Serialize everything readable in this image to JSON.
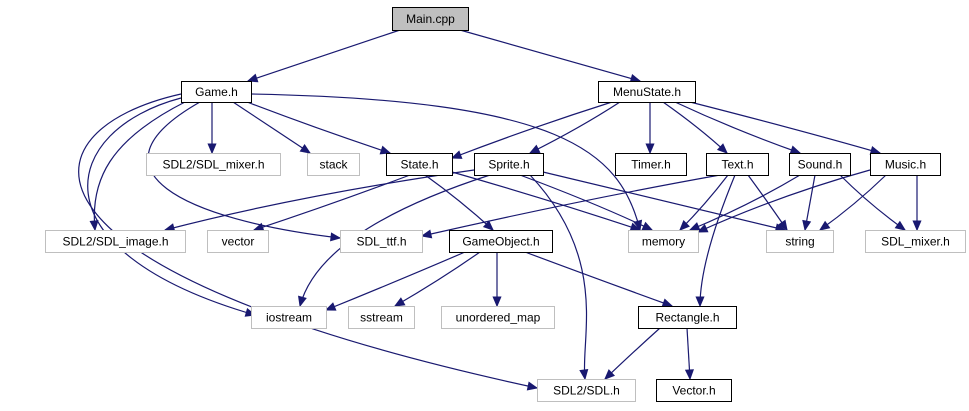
{
  "graph": {
    "colors": {
      "edge": "#191970",
      "root_fill": "#bfbfbf",
      "local_border": "#000000",
      "system_border": "#bfbfbf"
    },
    "nodes": [
      {
        "id": "main_cpp",
        "label": "Main.cpp",
        "kind": "root"
      },
      {
        "id": "game_h",
        "label": "Game.h",
        "kind": "local"
      },
      {
        "id": "menustate_h",
        "label": "MenuState.h",
        "kind": "local"
      },
      {
        "id": "sdl2_mixer_h",
        "label": "SDL2/SDL_mixer.h",
        "kind": "system"
      },
      {
        "id": "stack",
        "label": "stack",
        "kind": "system"
      },
      {
        "id": "state_h",
        "label": "State.h",
        "kind": "local"
      },
      {
        "id": "sprite_h",
        "label": "Sprite.h",
        "kind": "local"
      },
      {
        "id": "timer_h",
        "label": "Timer.h",
        "kind": "local"
      },
      {
        "id": "text_h",
        "label": "Text.h",
        "kind": "local"
      },
      {
        "id": "sound_h",
        "label": "Sound.h",
        "kind": "local"
      },
      {
        "id": "music_h",
        "label": "Music.h",
        "kind": "local"
      },
      {
        "id": "sdl2_image_h",
        "label": "SDL2/SDL_image.h",
        "kind": "system"
      },
      {
        "id": "vector",
        "label": "vector",
        "kind": "system"
      },
      {
        "id": "sdl_ttf_h",
        "label": "SDL_ttf.h",
        "kind": "system"
      },
      {
        "id": "gameobject_h",
        "label": "GameObject.h",
        "kind": "local"
      },
      {
        "id": "memory",
        "label": "memory",
        "kind": "system"
      },
      {
        "id": "string",
        "label": "string",
        "kind": "system"
      },
      {
        "id": "sdl_mixer_h",
        "label": "SDL_mixer.h",
        "kind": "system"
      },
      {
        "id": "iostream",
        "label": "iostream",
        "kind": "system"
      },
      {
        "id": "sstream",
        "label": "sstream",
        "kind": "system"
      },
      {
        "id": "unordered_map",
        "label": "unordered_map",
        "kind": "system"
      },
      {
        "id": "rectangle_h",
        "label": "Rectangle.h",
        "kind": "local"
      },
      {
        "id": "sdl2_sdl_h",
        "label": "SDL2/SDL.h",
        "kind": "system"
      },
      {
        "id": "vector_h",
        "label": "Vector.h",
        "kind": "local"
      }
    ],
    "edges": [
      {
        "from": "main_cpp",
        "to": "game_h"
      },
      {
        "from": "main_cpp",
        "to": "menustate_h"
      },
      {
        "from": "game_h",
        "to": "sdl2_mixer_h"
      },
      {
        "from": "game_h",
        "to": "stack"
      },
      {
        "from": "game_h",
        "to": "state_h"
      },
      {
        "from": "game_h",
        "to": "sdl2_image_h"
      },
      {
        "from": "game_h",
        "to": "iostream"
      },
      {
        "from": "game_h",
        "to": "sdl2_sdl_h"
      },
      {
        "from": "game_h",
        "to": "sdl_ttf_h"
      },
      {
        "from": "game_h",
        "to": "memory"
      },
      {
        "from": "menustate_h",
        "to": "state_h"
      },
      {
        "from": "menustate_h",
        "to": "sprite_h"
      },
      {
        "from": "menustate_h",
        "to": "timer_h"
      },
      {
        "from": "menustate_h",
        "to": "text_h"
      },
      {
        "from": "menustate_h",
        "to": "sound_h"
      },
      {
        "from": "menustate_h",
        "to": "music_h"
      },
      {
        "from": "state_h",
        "to": "vector"
      },
      {
        "from": "state_h",
        "to": "gameobject_h"
      },
      {
        "from": "state_h",
        "to": "memory"
      },
      {
        "from": "sprite_h",
        "to": "sdl2_image_h"
      },
      {
        "from": "sprite_h",
        "to": "iostream"
      },
      {
        "from": "sprite_h",
        "to": "memory"
      },
      {
        "from": "sprite_h",
        "to": "string"
      },
      {
        "from": "sprite_h",
        "to": "sdl2_sdl_h"
      },
      {
        "from": "text_h",
        "to": "sdl_ttf_h"
      },
      {
        "from": "text_h",
        "to": "memory"
      },
      {
        "from": "text_h",
        "to": "string"
      },
      {
        "from": "text_h",
        "to": "rectangle_h"
      },
      {
        "from": "sound_h",
        "to": "memory"
      },
      {
        "from": "sound_h",
        "to": "string"
      },
      {
        "from": "sound_h",
        "to": "sdl_mixer_h"
      },
      {
        "from": "music_h",
        "to": "string"
      },
      {
        "from": "music_h",
        "to": "sdl_mixer_h"
      },
      {
        "from": "music_h",
        "to": "memory"
      },
      {
        "from": "gameobject_h",
        "to": "iostream"
      },
      {
        "from": "gameobject_h",
        "to": "sstream"
      },
      {
        "from": "gameobject_h",
        "to": "unordered_map"
      },
      {
        "from": "gameobject_h",
        "to": "rectangle_h"
      },
      {
        "from": "rectangle_h",
        "to": "sdl2_sdl_h"
      },
      {
        "from": "rectangle_h",
        "to": "vector_h"
      }
    ]
  }
}
